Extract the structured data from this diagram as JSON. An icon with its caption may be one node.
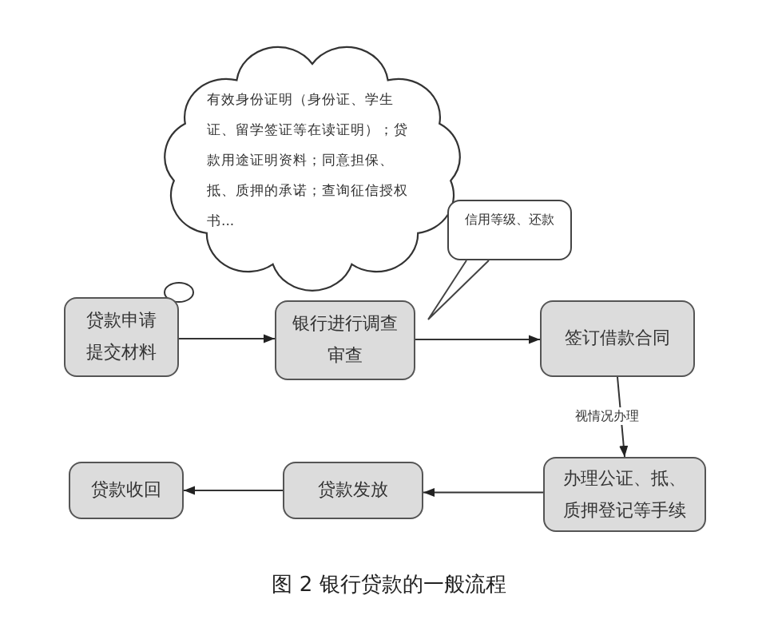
{
  "diagram": {
    "caption": "图 2 银行贷款的一般流程",
    "nodes": [
      {
        "text": [
          "有效身份证明（身份证、学生证、留学签证等在读证明）；贷款用途证明资料；同意担保、抵、质押的承诺；查询征信授权书..."
        ]
      },
      {
        "text": [
          "信用等级、还款"
        ]
      },
      {
        "text": [
          "贷款申请提交材料"
        ]
      },
      {
        "text": [
          "银行进行调查审查"
        ]
      },
      {
        "text": [
          "签订借款合同"
        ]
      },
      {
        "text": [
          "办理公证、抵、质押登记等手续"
        ]
      },
      {
        "text": [
          "贷款发放"
        ]
      },
      {
        "text": [
          "贷款收回"
        ]
      }
    ],
    "edges": [
      {
        "from": 2,
        "to": 3,
        "arrow": "to"
      },
      {
        "from": 3,
        "to": 4,
        "arrow": "to"
      },
      {
        "from": 4,
        "to": 5,
        "arrow": "to",
        "label": "视情况办理"
      },
      {
        "from": 5,
        "to": 6,
        "arrow": "to"
      },
      {
        "from": 6,
        "to": 7,
        "arrow": "to"
      }
    ]
  }
}
